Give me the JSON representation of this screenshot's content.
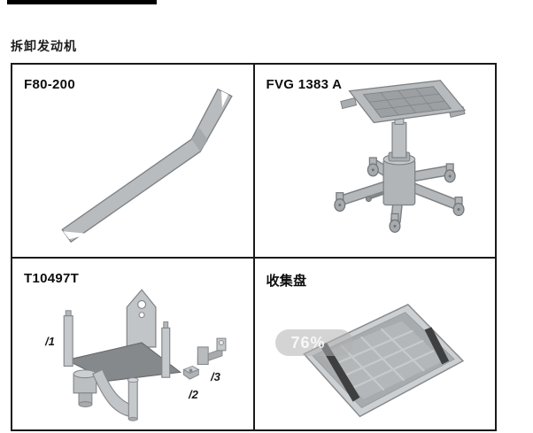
{
  "title": "拆卸发动机",
  "cells": [
    {
      "label": "F80-200",
      "tool": "pry-lever"
    },
    {
      "label": "FVG 1383 A",
      "tool": "engine-stand"
    },
    {
      "label": "T10497T",
      "tool": "engine-mount-bracket",
      "callouts": [
        "/1",
        "/2",
        "/3"
      ]
    },
    {
      "label": "收集盘",
      "tool": "collection-tray"
    }
  ],
  "overlay": {
    "progress": "76%"
  },
  "colors": {
    "border_black": "#1a1a1a",
    "tool_gray": "#b9bcbe",
    "tool_dark_gray": "#85898c",
    "tray_strip_dark": "#3d3f40"
  }
}
